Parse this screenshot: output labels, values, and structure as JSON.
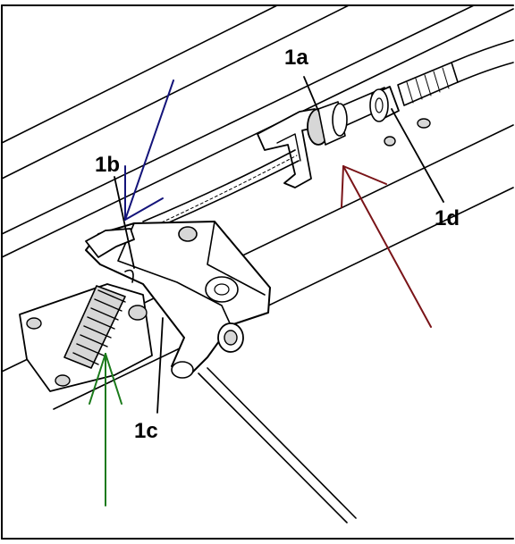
{
  "callouts": {
    "label_1a": "1a",
    "label_1b": "1b",
    "label_1c": "1c",
    "label_1d": "1d"
  },
  "colors": {
    "annotation_blue": "#14147a",
    "annotation_red": "#7a1418",
    "annotation_green": "#1a7a1a",
    "line_art": "#000000",
    "background": "#ffffff"
  }
}
